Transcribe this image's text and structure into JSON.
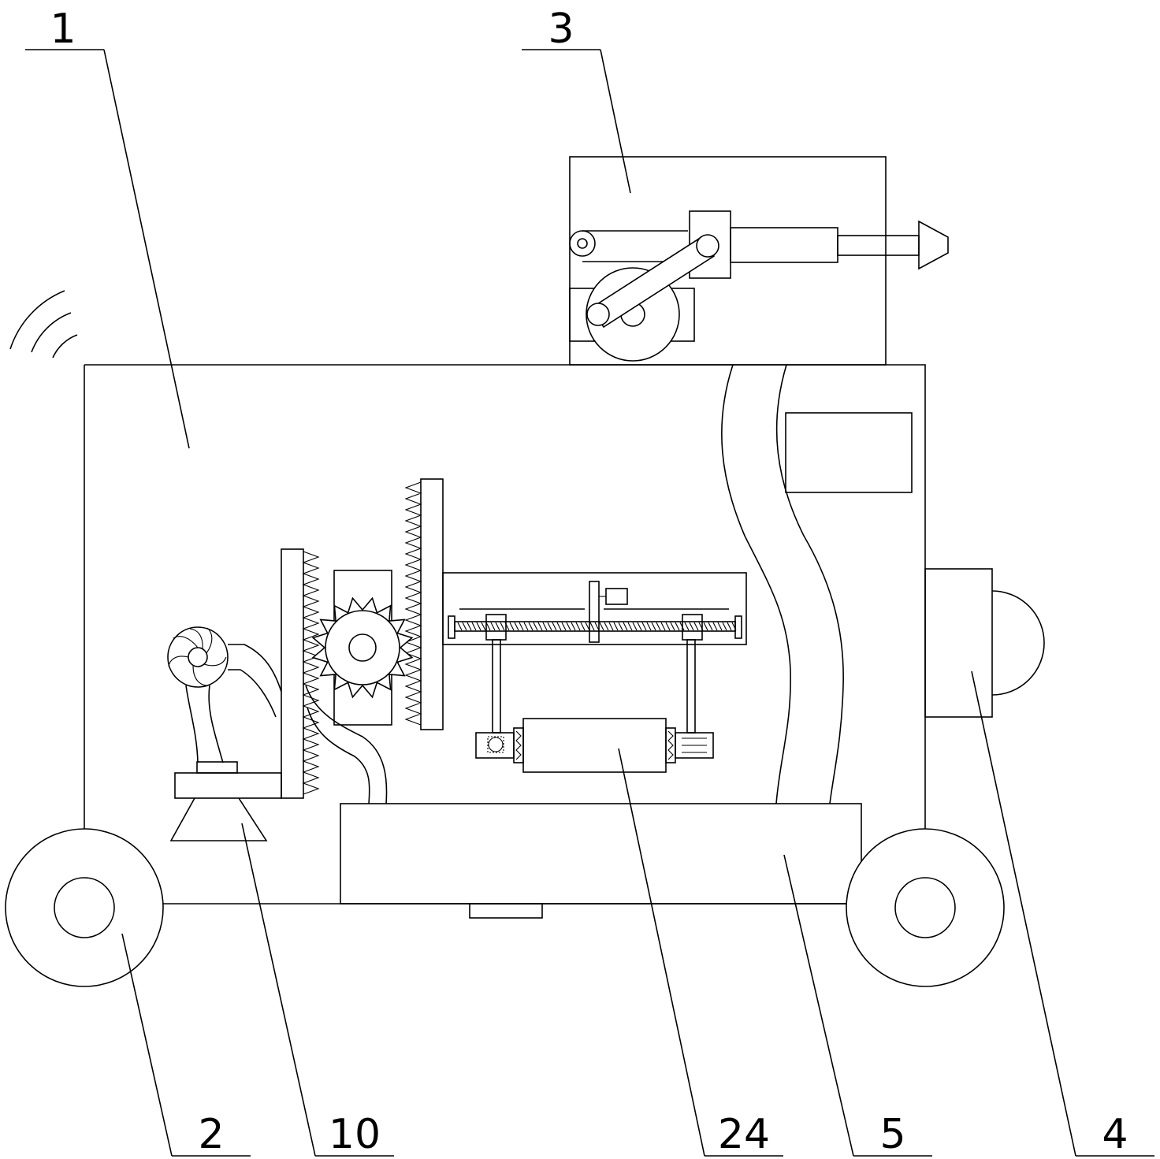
{
  "labels": {
    "body": "1",
    "wheel": "2",
    "top_unit": "3",
    "side_lamp": "4",
    "bottom_box": "5",
    "suction_nozzle": "10",
    "roller": "24"
  }
}
